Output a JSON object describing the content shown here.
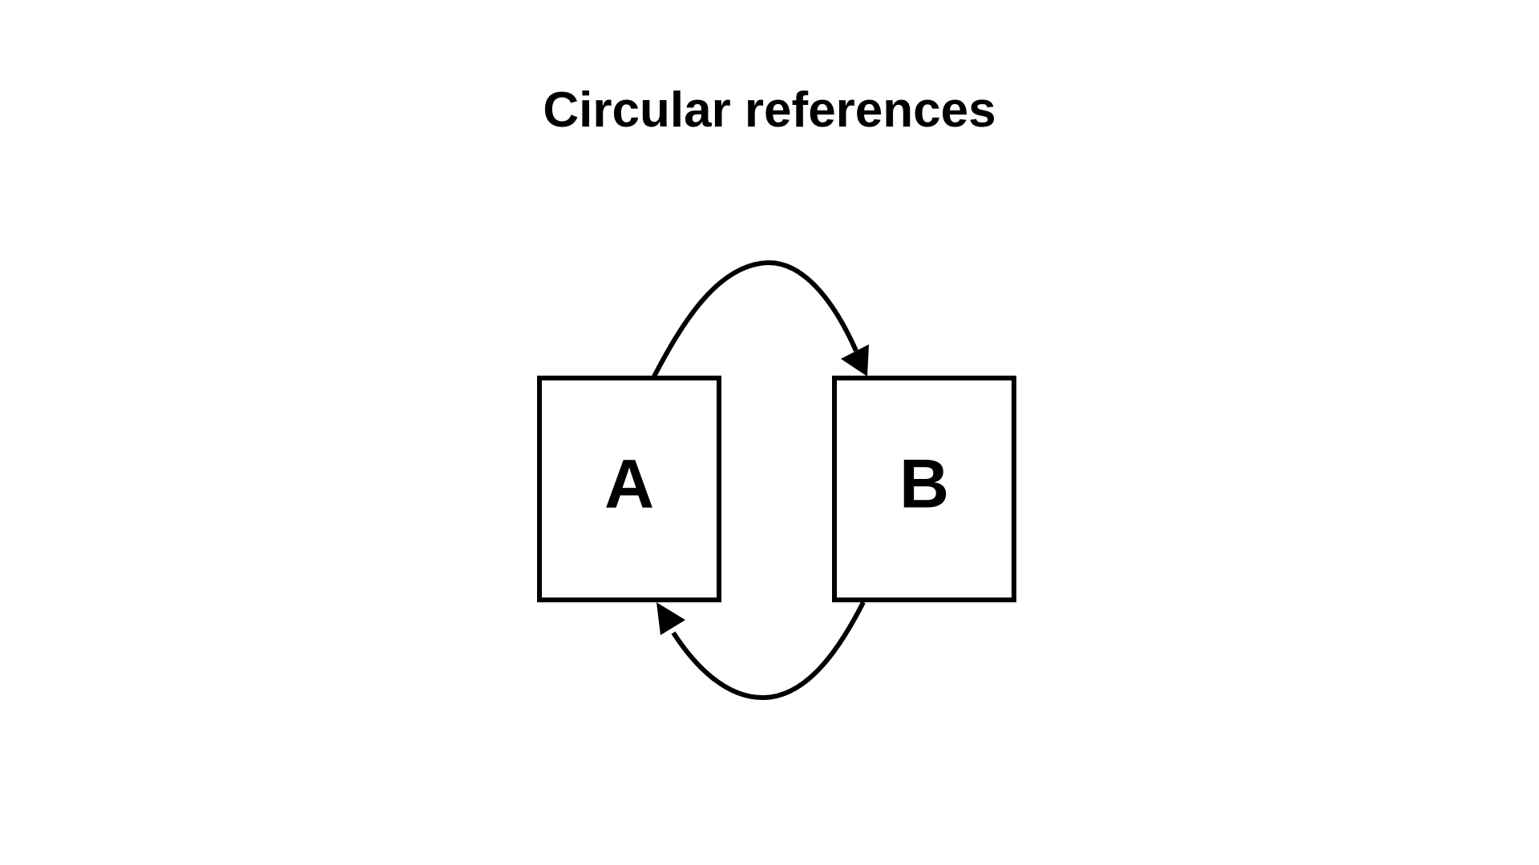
{
  "slide": {
    "title": "Circular references"
  },
  "diagram": {
    "nodes": [
      {
        "id": "A",
        "label": "A"
      },
      {
        "id": "B",
        "label": "B"
      }
    ],
    "edges": [
      {
        "from": "A",
        "to": "B"
      },
      {
        "from": "B",
        "to": "A"
      }
    ],
    "colors": {
      "stroke": "#000000",
      "background": "#ffffff"
    }
  }
}
